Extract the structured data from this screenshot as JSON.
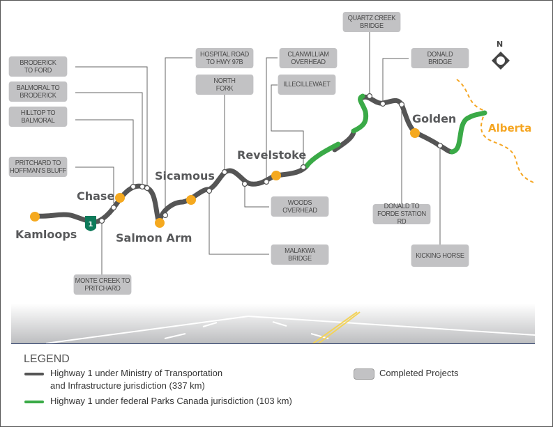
{
  "colors": {
    "ministry_highway": "#555555",
    "parks_highway": "#3aaa47",
    "city_marker": "#f5a91f",
    "project_box": "#c2c2c4",
    "alberta_border": "#f5a623"
  },
  "cities": [
    {
      "name": "Kamloops"
    },
    {
      "name": "Chase"
    },
    {
      "name": "Salmon Arm"
    },
    {
      "name": "Sicamous"
    },
    {
      "name": "Revelstoke"
    },
    {
      "name": "Golden"
    }
  ],
  "province_label": "Alberta",
  "north_label": "N",
  "highway_shield": "1",
  "projects": [
    {
      "label": "BRODERICK\nTO FORD"
    },
    {
      "label": "BALMORAL TO\nBRODERICK"
    },
    {
      "label": "HILLTOP TO\nBALMORAL"
    },
    {
      "label": "PRITCHARD TO\nHOFFMAN'S BLUFF"
    },
    {
      "label": "MONTE CREEK TO\nPRITCHARD"
    },
    {
      "label": "HOSPITAL ROAD\nTO HWY 97B"
    },
    {
      "label": "NORTH\nFORK"
    },
    {
      "label": "CLANWILLIAM\nOVERHEAD"
    },
    {
      "label": "ILLECILLEWAET"
    },
    {
      "label": "WOODS\nOVERHEAD"
    },
    {
      "label": "MALAKWA\nBRIDGE"
    },
    {
      "label": "QUARTZ CREEK\nBRIDGE"
    },
    {
      "label": "DONALD\nBRIDGE"
    },
    {
      "label": "DONALD TO\nFORDE STATION RD"
    },
    {
      "label": "KICKING HORSE"
    }
  ],
  "legend": {
    "title": "LEGEND",
    "ministry_line1": "Highway 1 under Ministry of Transportation",
    "ministry_line2": "and Infrastructure jurisdiction (337 km)",
    "parks": "Highway 1 under federal Parks Canada jurisdiction (103 km)",
    "completed": "Completed Projects"
  }
}
